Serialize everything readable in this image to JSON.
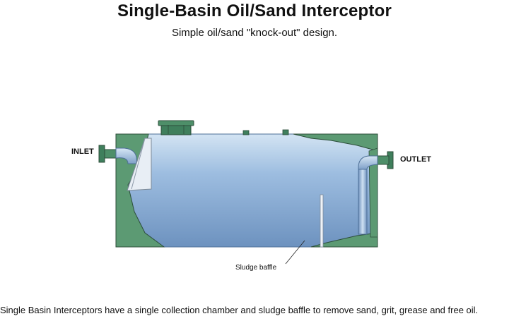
{
  "header": {
    "title": "Single-Basin Oil/Sand Interceptor",
    "subtitle": "Simple oil/sand \"knock-out\" design."
  },
  "diagram": {
    "labels": {
      "inlet": "INLET",
      "outlet": "OUTLET",
      "sludge_baffle": "Sludge baffle"
    },
    "colors": {
      "water": "#8fb3d9",
      "water_light": "#c4dbef",
      "water_dark": "#6c90be",
      "sediment": "#5c9a73",
      "fittings": "#3f7f5c",
      "outline": "#2c4d3a"
    }
  },
  "caption": {
    "text": "Single Basin Interceptors have a single collection chamber and sludge baffle to remove sand, grit, grease and free oil."
  }
}
